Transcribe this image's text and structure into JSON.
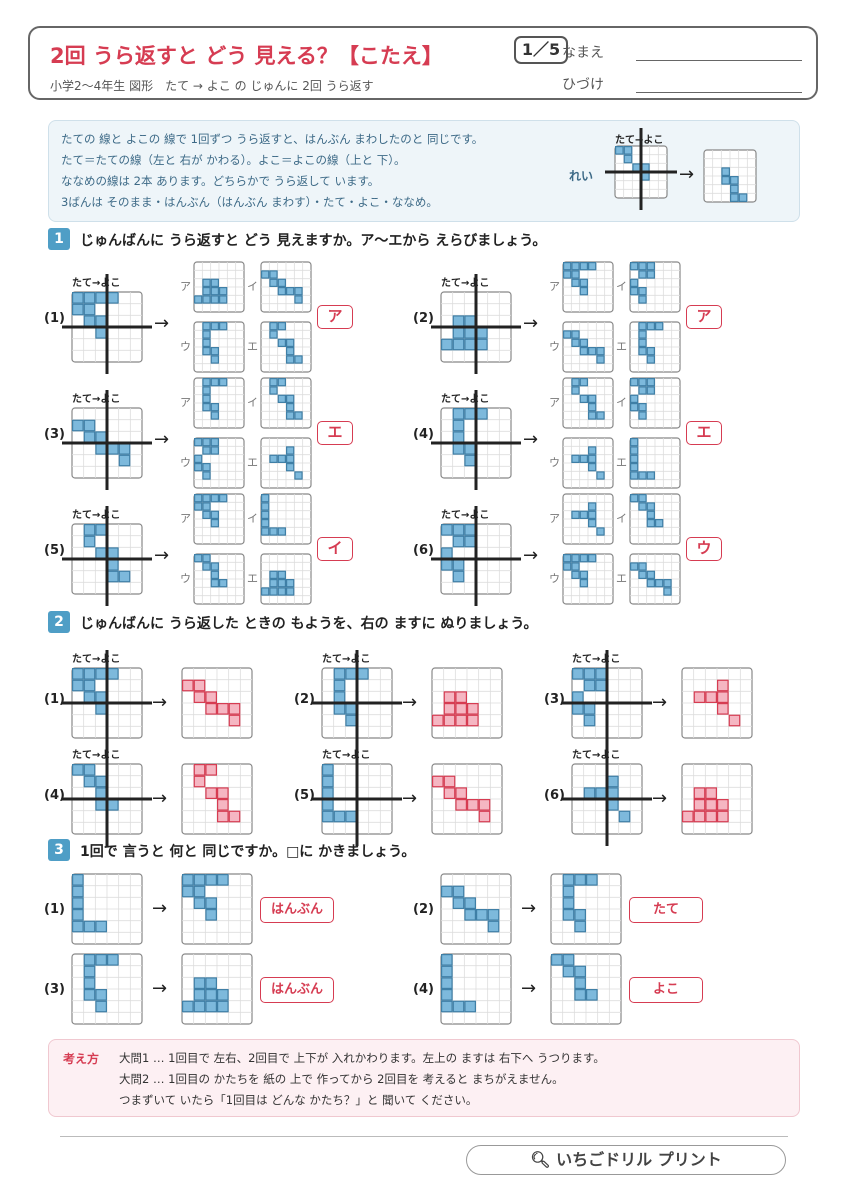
{
  "header": {
    "title": "2回 うら返すと どう 見える？【こたえ】",
    "page": "1／5",
    "subtitle": "小学2〜4年生 図形　たて → よこ の じゅんに 2回 うら返す",
    "name_label": "なまえ",
    "date_label": "ひづけ"
  },
  "info": {
    "lines": [
      "たての 線と よこの 線で 1回ずつ うら返すと、はんぶん まわしたのと 同じです。",
      "たて＝たての線（左と 右が かわる）。よこ＝よこの線（上と 下）。",
      "ななめの線は 2本 あります。どちらかで うら返して います。",
      "3ばんは そのまま・はんぶん（はんぶん まわす）・たて・よこ・ななめ。"
    ],
    "example_label": "れい",
    "example_axis": "たて→よこ"
  },
  "axis_label": "たて→よこ",
  "section1": {
    "num": "1",
    "text": "じゅんばんに うら返すと どう 見えますか。ア〜エから えらびましょう。",
    "options": [
      "ア",
      "イ",
      "ウ",
      "エ"
    ],
    "questions": [
      {
        "label": "(1)",
        "answer": "ア"
      },
      {
        "label": "(2)",
        "answer": "ア"
      },
      {
        "label": "(3)",
        "answer": "エ"
      },
      {
        "label": "(4)",
        "answer": "エ"
      },
      {
        "label": "(5)",
        "answer": "イ"
      },
      {
        "label": "(6)",
        "answer": "ウ"
      }
    ]
  },
  "section2": {
    "num": "2",
    "text": "じゅんばんに うら返した ときの もようを、右の ますに ぬりましょう。",
    "questions": [
      {
        "label": "(1)"
      },
      {
        "label": "(2)"
      },
      {
        "label": "(3)"
      },
      {
        "label": "(4)"
      },
      {
        "label": "(5)"
      },
      {
        "label": "(6)"
      }
    ]
  },
  "section3": {
    "num": "3",
    "text": "1回で 言うと 何と 同じですか。□に かきましょう。",
    "questions": [
      {
        "label": "(1)",
        "answer": "はんぶん"
      },
      {
        "label": "(2)",
        "answer": "たて"
      },
      {
        "label": "(3)",
        "answer": "はんぶん"
      },
      {
        "label": "(4)",
        "answer": "よこ"
      }
    ]
  },
  "hint": {
    "head": "考え方",
    "lines": [
      "大問1 … 1回目で 左右、2回目で 上下が 入れかわります。左上の ますは 右下へ うつります。",
      "大問2 … 1回目の かたちを 紙の 上で 作ってから 2回目を 考えると まちがえません。",
      "つまずいて いたら「1回目は どんな かたち？」と 聞いて ください。"
    ]
  },
  "brand": "いちごドリル プリント",
  "colors": {
    "blue": "#7db9dc",
    "blue_edge": "#3f7fa6",
    "pink": "#f5b6c2",
    "pink_edge": "#d63c52",
    "accent": "#d63c52"
  }
}
